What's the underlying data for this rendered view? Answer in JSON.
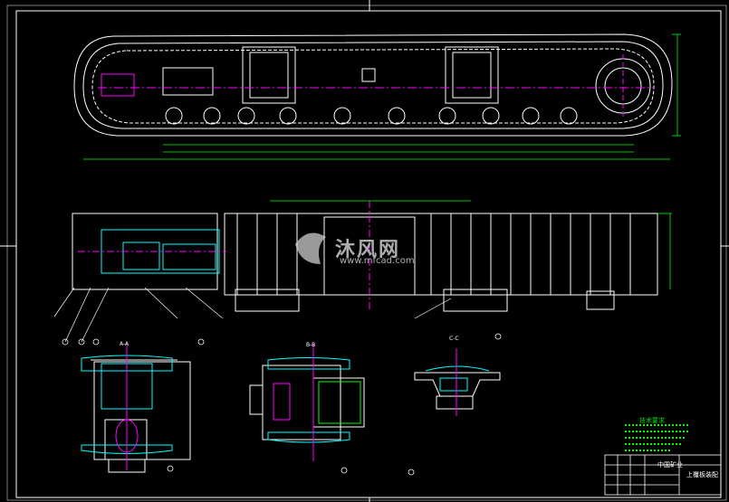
{
  "watermark": {
    "text": "沐风网",
    "url": "www.mfcad.com"
  },
  "title_block": {
    "name": "中国矿业",
    "title": "上覆板装配"
  },
  "notes": {
    "title": "技术要求"
  },
  "section_labels": [
    "A-A",
    "B-B",
    "C-C"
  ],
  "colors": {
    "background": "#000000",
    "frame": "#ffffff",
    "track": "#ffffff",
    "center_line": "#ff00ff",
    "dimension": "#00ff00",
    "section_cyan": "#00ffff"
  }
}
